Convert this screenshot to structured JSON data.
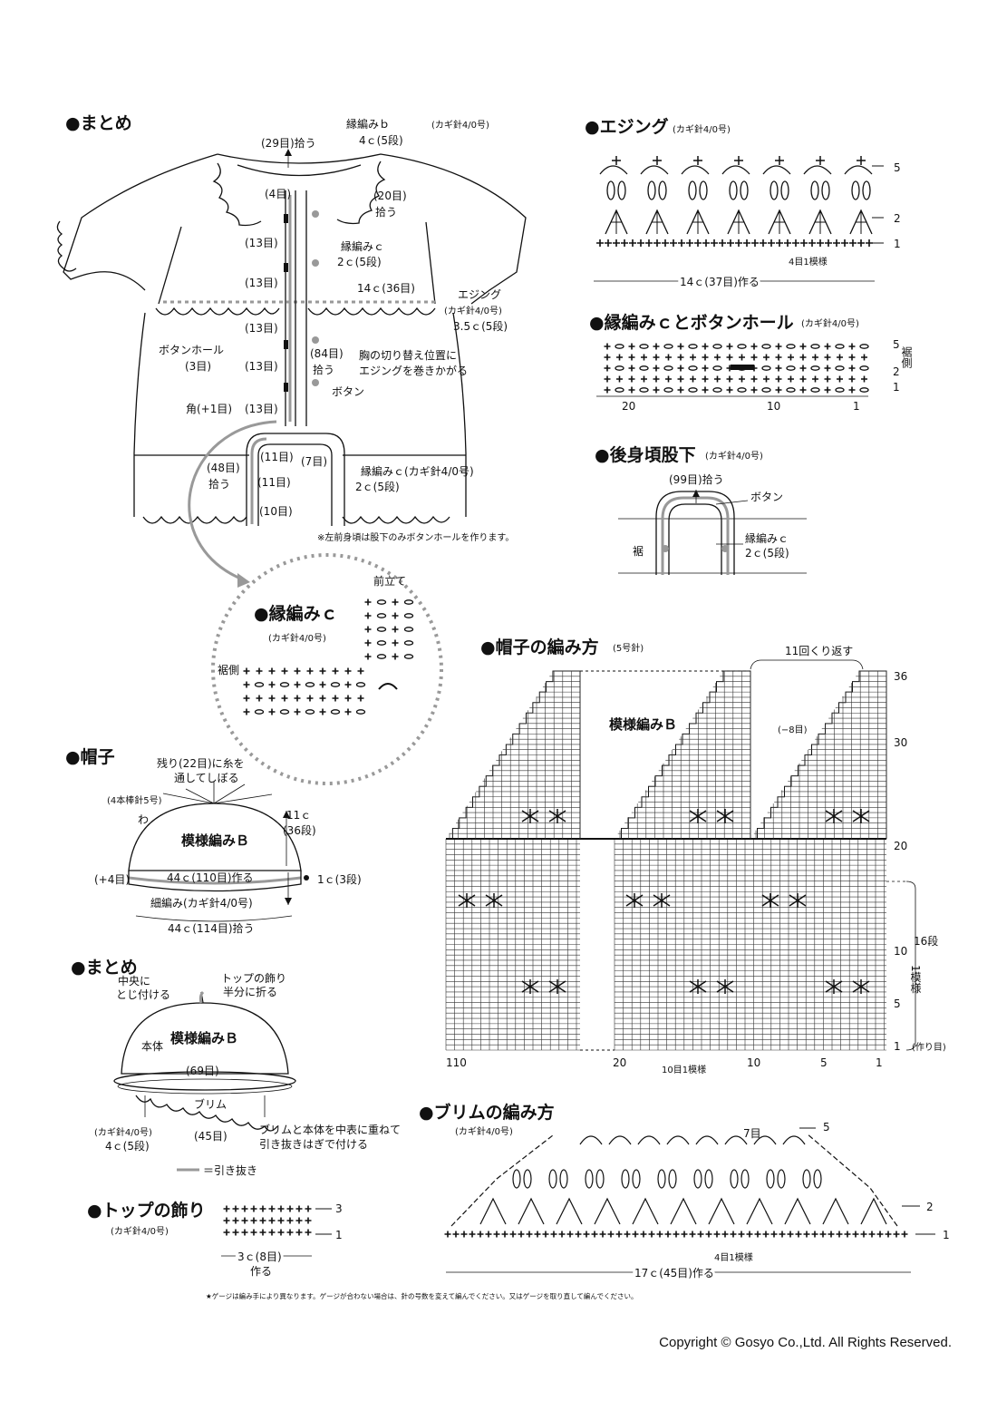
{
  "sections": {
    "matome1": "●まとめ",
    "edging": "●エジング",
    "edging_tool": "(カギ針4/0号)",
    "border_c_button": "●縁編みｃとボタンホール",
    "border_c_button_tool": "(カギ針4/0号)",
    "back_crotch": "●後身頃股下",
    "back_crotch_tool": "(カギ針4/0号)",
    "border_c": "●縁編みｃ",
    "border_c_tool": "(カギ針4/0号)",
    "hat_pattern": "●帽子の編み方",
    "hat_pattern_tool": "(5号針)",
    "hat": "●帽子",
    "matome2": "●まとめ",
    "brim_pattern": "●ブリムの編み方",
    "brim_tool": "(カギ針4/0号)",
    "top_deco": "●トップの飾り",
    "top_deco_tool": "(カギ針4/0号)"
  },
  "garment": {
    "neck_pickup": "(29目)拾う",
    "border_b": "縁編みｂ",
    "border_b_tool": "(カギ針4/0号)",
    "border_b_size": "4ｃ(5段)",
    "four": "(4目)",
    "twenty": "(20目)",
    "pick": "拾う",
    "thirteen": "(13目)",
    "border_c": "縁編みｃ",
    "border_c_size": "2ｃ(5段)",
    "fourteen_c": "14ｃ(36目)",
    "edging": "エジング",
    "edging_tool": "(カギ針4/0号)",
    "edging_size": "3.5ｃ(5段)",
    "buttonhole": "ボタンホール",
    "three": "(3目)",
    "eightyfour": "(84目)",
    "chest_note1": "胸の切り替え位置に",
    "chest_note2": "エジングを巻きかがる",
    "button": "ボタン",
    "corner": "角(+1目)",
    "eleven": "(11目)",
    "seven": "(7目)",
    "fortyeight": "(48目)",
    "ten": "(10目)",
    "border_c_tool_line": "縁編みｃ(カギ針4/0号)",
    "note": "※左前身頃は股下のみボタンホールを作ります。"
  },
  "edging_chart": {
    "rows": [
      "5",
      "2",
      "1"
    ],
    "repeat": "4目1模様",
    "width": "14ｃ(37目)作る"
  },
  "border_chart": {
    "rows": [
      "5",
      "2",
      "1"
    ],
    "side": "裾側",
    "cols": [
      "20",
      "10",
      "1"
    ]
  },
  "crotch": {
    "pickup": "(99目)拾う",
    "button": "ボタン",
    "hem": "裾",
    "border": "縁編みｃ",
    "size": "2ｃ(5段)"
  },
  "border_c_detail": {
    "front": "前立て",
    "side": "裾側"
  },
  "hat_chart": {
    "repeat11": "11回くり返す",
    "pattern_b": "模様編みＢ",
    "dec": "(−8目)",
    "rows_right": [
      "36",
      "30",
      "20",
      "10",
      "5",
      "1"
    ],
    "rows_side": "16段",
    "rows_side2": "1模様",
    "start": "(作り目)",
    "cols": [
      "110",
      "20",
      "10",
      "5",
      "1"
    ],
    "repeat10": "10目1模様"
  },
  "hat": {
    "gather1": "残り(22目)に糸を",
    "gather2": "通してしぼる",
    "needle": "(4本棒針5号)",
    "wa": "わ",
    "size": "11ｃ",
    "rows": "(36段)",
    "pattern_b": "模様編みＢ",
    "inc": "(+4目)",
    "cast": "44ｃ(110目)作る",
    "brim_rows": "1ｃ(3段)",
    "tool": "細編み(カギ針4/0号)",
    "pick": "44ｃ(114目)拾う"
  },
  "assembly": {
    "center1": "中央に",
    "center2": "とじ付ける",
    "top1": "トップの飾り",
    "top2": "半分に折る",
    "body": "本体",
    "pattern_b": "模様編みＢ",
    "sixtynine": "(69目)",
    "brim": "ブリム",
    "tool": "(カギ針4/0号)",
    "size": "4ｃ(5段)",
    "fortyfive": "(45目)",
    "join1": "ブリムと本体を中表に重ねて",
    "join2": "引き抜きはぎで付ける",
    "legend": "＝引き抜き"
  },
  "brim_chart": {
    "row5": "5",
    "row2": "2",
    "row1": "1",
    "seven": "7目",
    "repeat": "4目1模様",
    "width": "17ｃ(45目)作る"
  },
  "top_chart": {
    "row3": "3",
    "row1": "1",
    "width": "3ｃ(8目)",
    "make": "作る"
  },
  "footnote": "★ゲージは編み手により異なります。ゲージが合わない場合は、針の号数を変えて編んでください。又はゲージを取り直して編んでください。",
  "copyright": "Copyright © Gosyo Co.,Ltd. All Rights Reserved."
}
